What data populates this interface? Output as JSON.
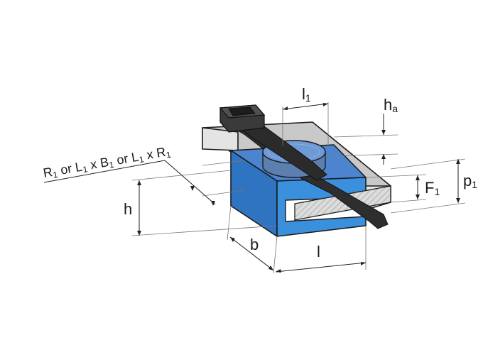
{
  "labels": {
    "l1": "l",
    "l1_sub": "1",
    "ha": "h",
    "ha_sub": "a",
    "f1": "F",
    "f1_sub": "1",
    "p1": "p",
    "p1_sub": "1",
    "h": "h",
    "b": "b",
    "l": "l",
    "formula": {
      "r1": "R",
      "r1_sub": "1",
      "or1": " or ",
      "la": "L",
      "la_sub": "1",
      "x1": " x ",
      "b1": "B",
      "b1_sub": "1",
      "or2": " or ",
      "lb": "L",
      "lb_sub": "1",
      "x2": " x ",
      "r2": "R",
      "r2_sub": "1"
    }
  },
  "colors": {
    "block_front": "#3a8fdc",
    "block_side": "#2c6fb8",
    "block_top": "#4f86d0",
    "plate_top": "#c9c9c9",
    "plate_front": "#e3e3e3",
    "tie": "#2b2b2b",
    "disc": "#5b8ecf"
  }
}
